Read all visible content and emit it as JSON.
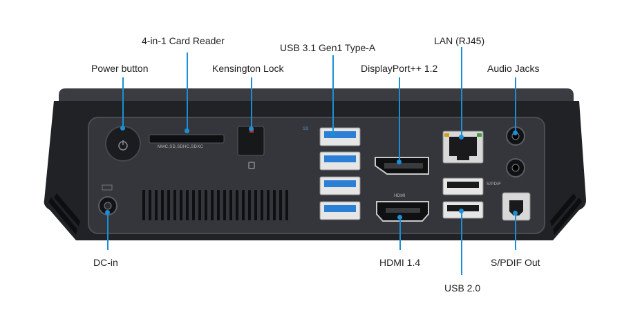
{
  "callouts": {
    "card_reader": "4-in-1 Card Reader",
    "usb31": "USB 3.1 Gen1 Type-A",
    "lan": "LAN (RJ45)",
    "power": "Power button",
    "kensington": "Kensington Lock",
    "displayport": "DisplayPort++ 1.2",
    "audio": "Audio Jacks",
    "dcin": "DC-in",
    "hdmi": "HDMI 1.4",
    "spdif": "S/PDIF Out",
    "usb20": "USB 2.0"
  },
  "panel_markings": {
    "card_formats": "MMC,SD,SDHC,SDXC",
    "hdmi_mark": "HDMI",
    "spdif_mark": "S/PDIF",
    "usb3_mark": "SS"
  },
  "colors": {
    "accent_line": "#1a8fd6",
    "usb3_blue": "#2b7fd4",
    "chassis": "#2a2c30"
  }
}
